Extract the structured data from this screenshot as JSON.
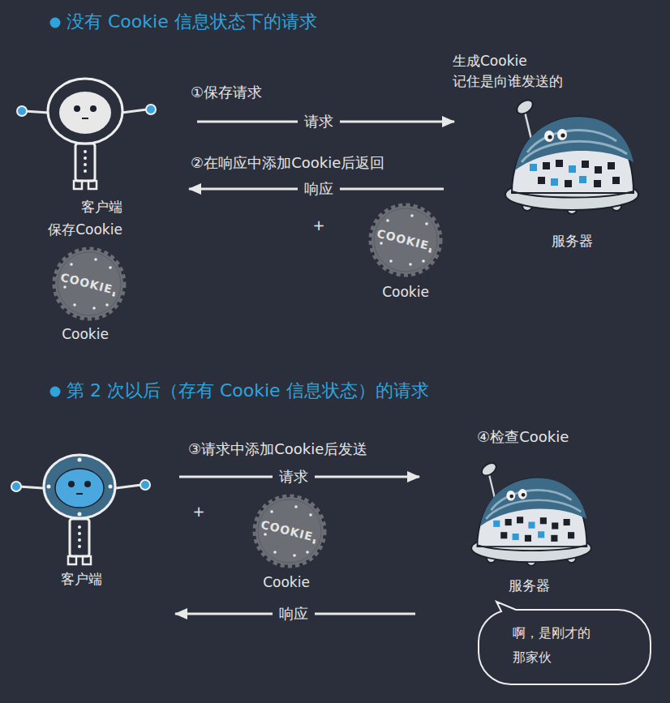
{
  "diagram": {
    "nodes": [
      {
        "text": [
          "客户端"
        ]
      },
      {
        "text": [
          "服务器"
        ]
      },
      {
        "text": [
          "客户端"
        ]
      },
      {
        "text": [
          "服务器"
        ]
      },
      {
        "text": [
          "啊，是刚才的 那家伙"
        ]
      }
    ],
    "edges": [
      {
        "from": 0,
        "to": 1,
        "label": "请求",
        "arrow": "to"
      },
      {
        "from": 1,
        "to": 0,
        "label": "响应",
        "arrow": "to"
      },
      {
        "from": 2,
        "to": 3,
        "label": "请求",
        "arrow": "to"
      },
      {
        "from": 3,
        "to": 2,
        "label": "响应",
        "arrow": "to"
      }
    ],
    "labels": [
      "没有 Cookie 信息状态下的请求",
      "①保存请求",
      "生成Cookie 记住是向谁发送的",
      "②在响应中添加Cookie后返回",
      "保存Cookie",
      "+",
      "COOKIE.",
      "Cookie",
      "COOKIE.",
      "Cookie",
      "第 2 次以后（存有 Cookie 信息状态）的请求",
      "③请求中添加Cookie后发送",
      "④检查Cookie",
      "+",
      "COOKIE.",
      "Cookie"
    ]
  }
}
